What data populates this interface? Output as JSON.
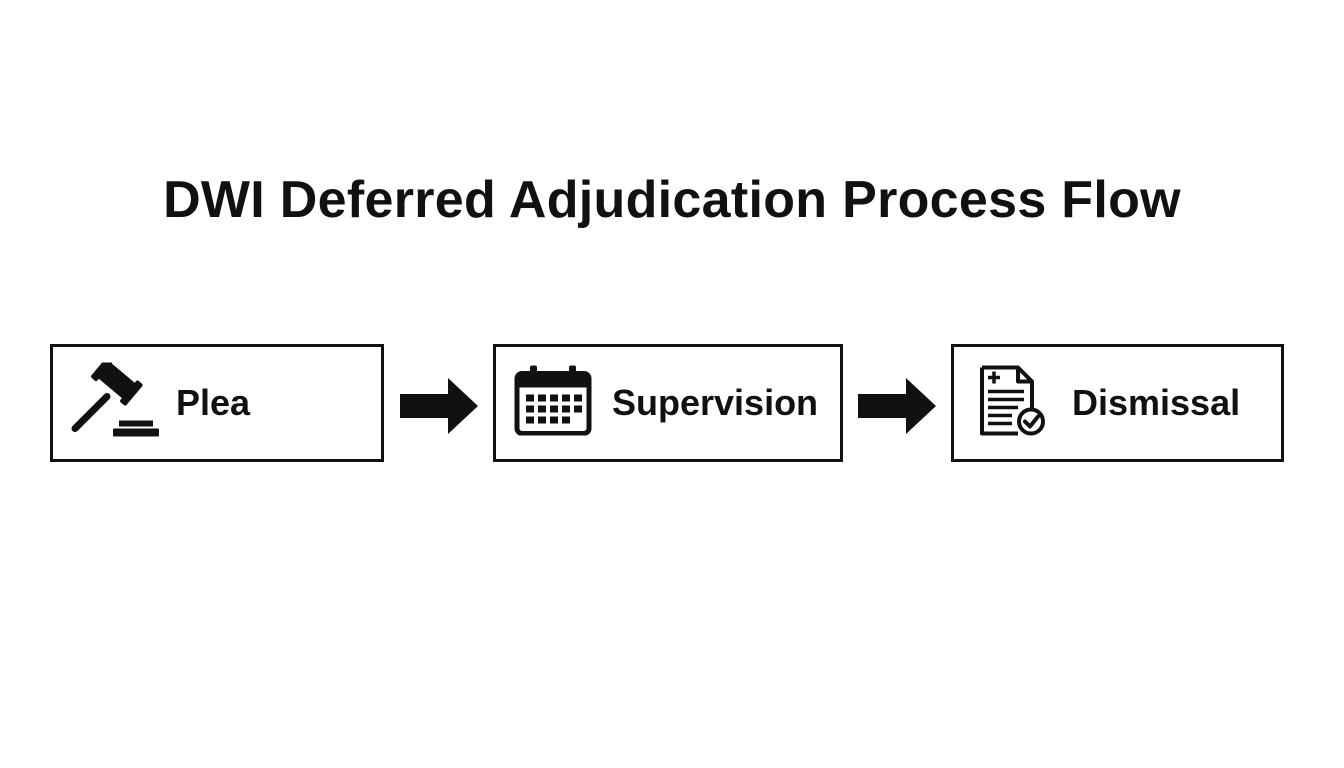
{
  "title": "DWI Deferred Adjudication Process Flow",
  "steps": [
    {
      "label": "Plea",
      "icon": "gavel-icon"
    },
    {
      "label": "Supervision",
      "icon": "calendar-icon"
    },
    {
      "label": "Dismissal",
      "icon": "document-check-icon"
    }
  ],
  "connectors": [
    "right-arrow-icon",
    "right-arrow-icon"
  ],
  "colors": {
    "stroke": "#111111",
    "background": "#ffffff"
  }
}
